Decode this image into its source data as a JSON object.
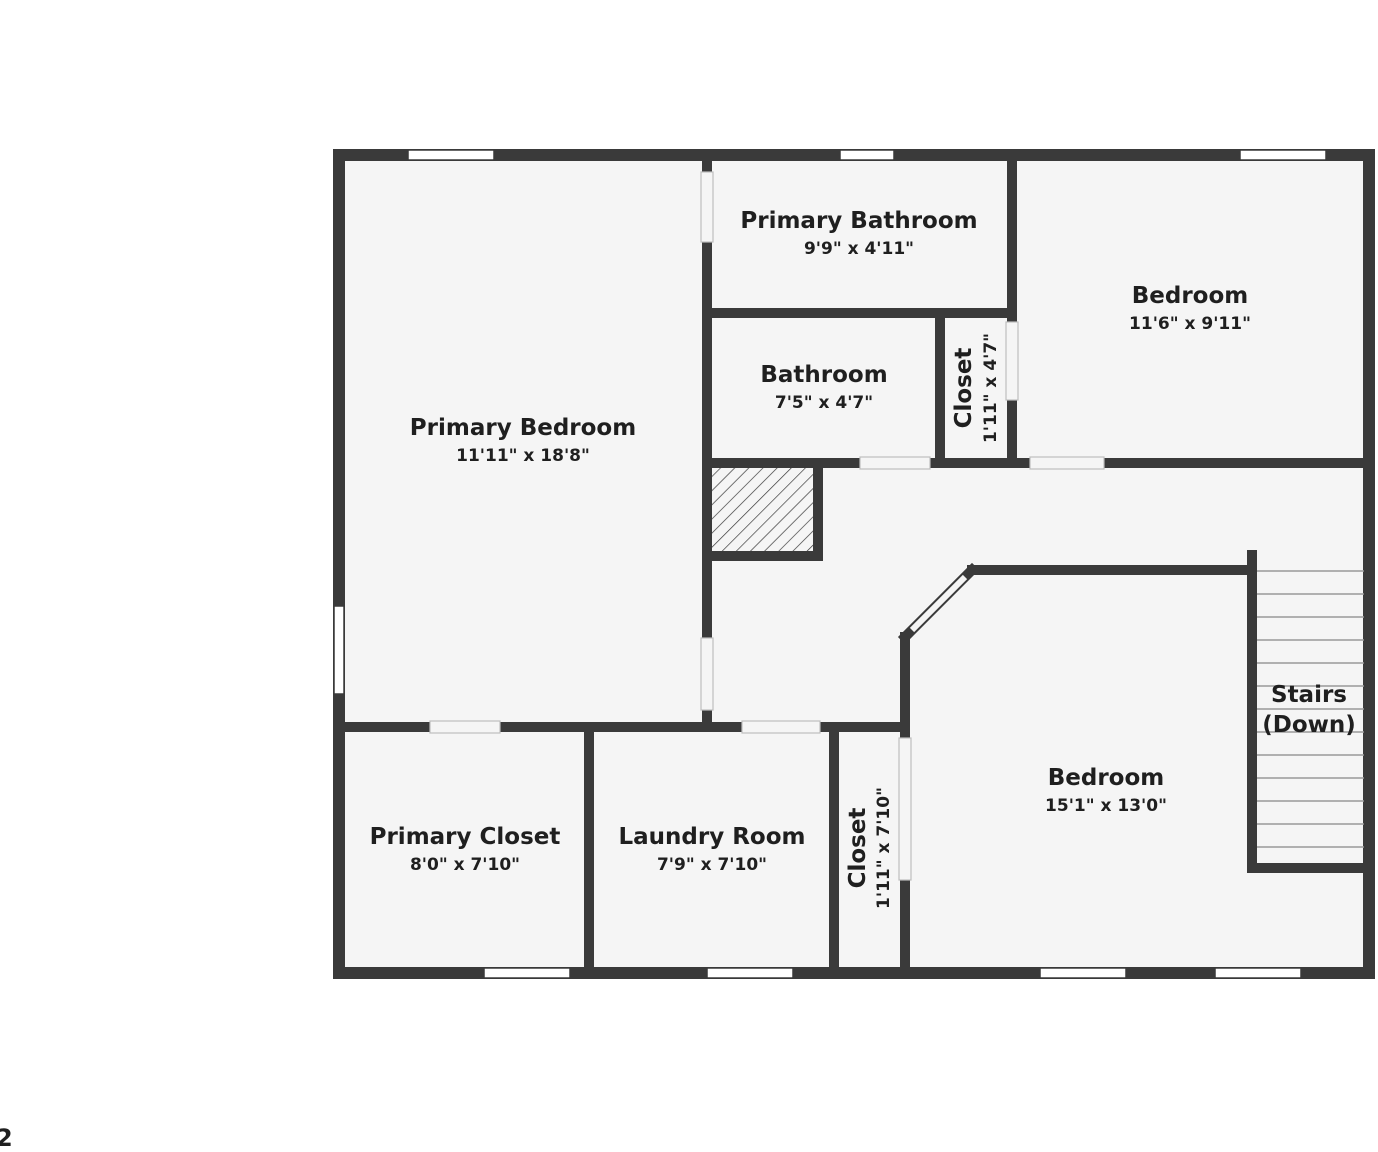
{
  "colors": {
    "wall": "#3a3a3a",
    "floor": "#f5f5f5",
    "window": "#ffffff",
    "text": "#1f1f1f"
  },
  "rooms": {
    "primary_bedroom": {
      "name": "Primary Bedroom",
      "dims": "11'11\" x 18'8\""
    },
    "primary_bathroom": {
      "name": "Primary Bathroom",
      "dims": "9'9\" x 4'11\""
    },
    "bedroom_ne": {
      "name": "Bedroom",
      "dims": "11'6\" x 9'11\""
    },
    "bathroom": {
      "name": "Bathroom",
      "dims": "7'5\" x 4'7\""
    },
    "closet_upper": {
      "name": "Closet",
      "dims": "1'11\" x 4'7\""
    },
    "primary_closet": {
      "name": "Primary Closet",
      "dims": "8'0\" x 7'10\""
    },
    "laundry_room": {
      "name": "Laundry Room",
      "dims": "7'9\" x 7'10\""
    },
    "closet_lower": {
      "name": "Closet",
      "dims": "1'11\" x 7'10\""
    },
    "bedroom_se": {
      "name": "Bedroom",
      "dims": "15'1\" x 13'0\""
    },
    "stairs": {
      "line1": "Stairs",
      "line2": "(Down)"
    }
  },
  "floor_number": "2"
}
